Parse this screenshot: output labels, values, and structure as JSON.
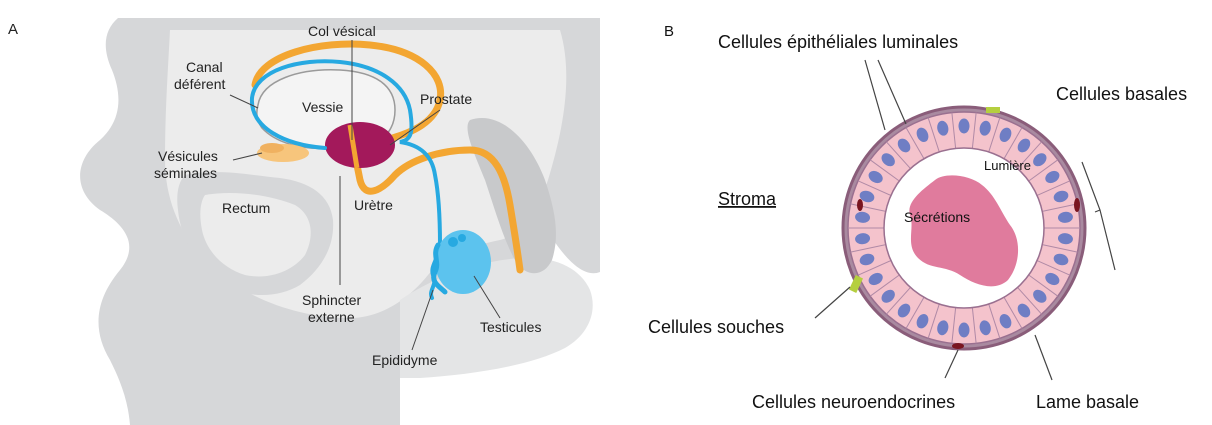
{
  "panel_a": {
    "letter": "A",
    "labels": {
      "col_vesical": "Col vésical",
      "canal_line1": "Canal",
      "canal_line2": "déférent",
      "vessie": "Vessie",
      "prostate": "Prostate",
      "vesicules_line1": "Vésicules",
      "vesicules_line2": "séminales",
      "rectum": "Rectum",
      "uretre": "Urètre",
      "sphincter_line1": "Sphincter",
      "sphincter_line2": "externe",
      "testicules": "Testicules",
      "epididyme": "Epididyme"
    }
  },
  "panel_b": {
    "letter": "B",
    "labels": {
      "luminales": "Cellules épithéliales luminales",
      "basales": "Cellules basales",
      "stroma": "Stroma",
      "lumiere": "Lumière",
      "secretions": "Sécrétions",
      "souches": "Cellules souches",
      "neuroendocrines": "Cellules neuroendocrines",
      "lame_basale": "Lame basale"
    }
  },
  "colors": {
    "tissue_gray": "#d6d7d9",
    "tissue_light": "#ececec",
    "canal_blue": "#27a9e1",
    "orange_tract": "#f3a632",
    "prostate": "#a3195b",
    "testis": "#5cc3ee",
    "seminal": "#f7c57c",
    "cell_pink": "#f4c3cc",
    "nucleus": "#6f7ec4",
    "membrane": "#8a5d7a",
    "secretions": "#e07b9d",
    "stem_green": "#b5cf3f",
    "neuro_red": "#7a1520"
  }
}
